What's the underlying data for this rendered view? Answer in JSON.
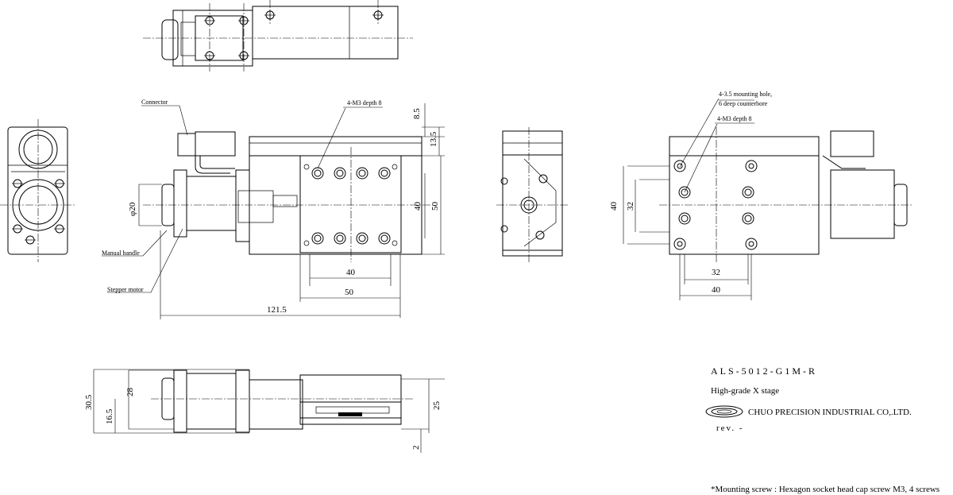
{
  "callouts": {
    "connector": "Connector",
    "manual_handle": "Manual handle",
    "stepper_motor": "Stepper motor",
    "m3_depth_front": "4-M3 depth 8",
    "mounting_hole_1": "4-3.5 mounting hole,",
    "mounting_hole_2": "6 deep counterbore",
    "m3_depth_rear": "4-M3 depth 8"
  },
  "dimensions": {
    "d8_5": "8.5",
    "d13_5": "13.5",
    "d40_v": "40",
    "d50_v": "50",
    "phi20": "φ20",
    "d40_h": "40",
    "d50_h": "50",
    "d121_5": "121.5",
    "d40_v_right": "40",
    "d32_v_right": "32",
    "d32_h_right": "32",
    "d40_h_right": "40",
    "d30_5": "30.5",
    "d28": "28",
    "d16_5": "16.5",
    "d25": "25",
    "d2": "2"
  },
  "title_block": {
    "model": "ALS-5012-G1M-R",
    "description": "High-grade X stage",
    "company": "CHUO PRECISION INDUSTRIAL CO,.LTD.",
    "revision": "rev. -"
  },
  "footnote": "*Mounting screw : Hexagon socket head cap screw M3, 4 screws"
}
